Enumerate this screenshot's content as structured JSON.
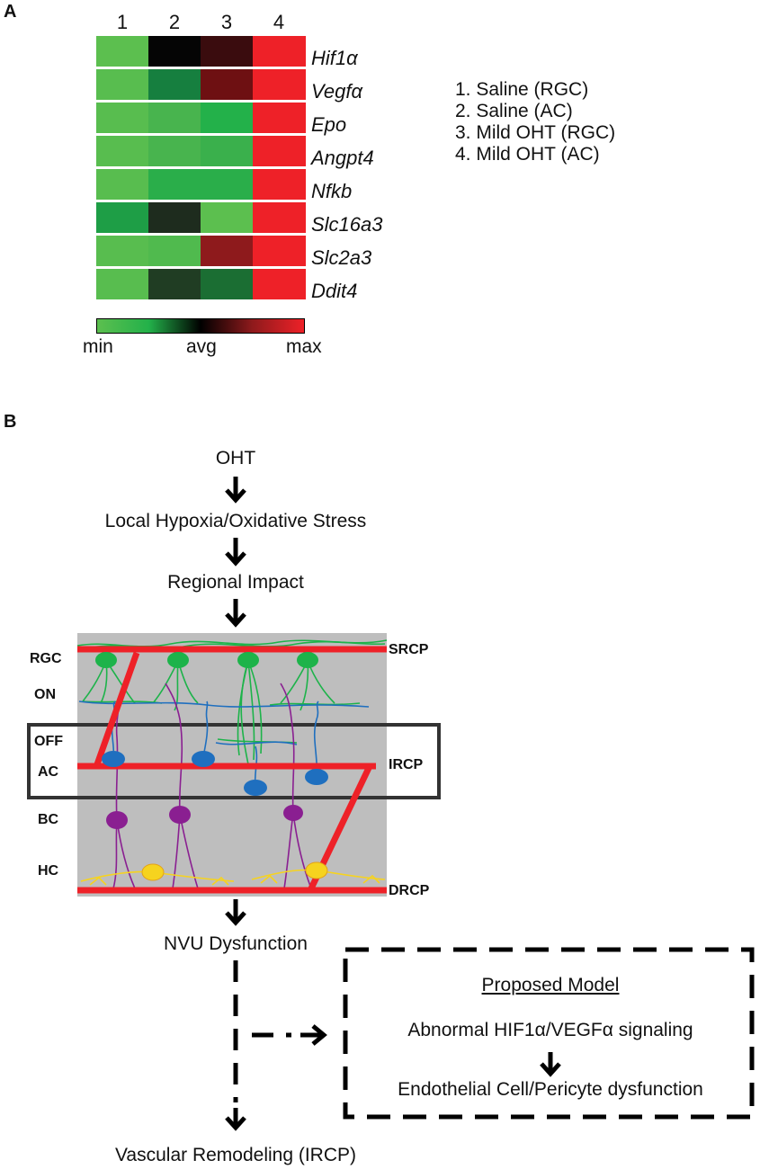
{
  "panel_a": {
    "letter": "A",
    "columns": [
      "1",
      "2",
      "3",
      "4"
    ],
    "genes": [
      "Hif1α",
      "Vegfα",
      "Epo",
      "Angpt4",
      "Nfkb",
      "Slc16a3",
      "Slc2a3",
      "Ddit4"
    ],
    "heatmap_colors": [
      [
        "#5cbf4f",
        "#050505",
        "#3a0c0e",
        "#ee2128"
      ],
      [
        "#58bd4f",
        "#167f3f",
        "#6e1012",
        "#ee2128"
      ],
      [
        "#58bd4f",
        "#48b44e",
        "#23b14a",
        "#ee2128"
      ],
      [
        "#58bd4f",
        "#48b44e",
        "#3ab04c",
        "#ee2128"
      ],
      [
        "#58bd4f",
        "#2aae4a",
        "#2aae4a",
        "#ee2128"
      ],
      [
        "#1e9e46",
        "#1e2c1e",
        "#5cbf4f",
        "#ee2128"
      ],
      [
        "#58bd4f",
        "#50ba4e",
        "#8e1a1c",
        "#ee2128"
      ],
      [
        "#58bd4f",
        "#203d23",
        "#1b6e33",
        "#ee2128"
      ]
    ],
    "legend": [
      "1. Saline (RGC)",
      "2. Saline (AC)",
      "3. Mild OHT (RGC)",
      "4. Mild OHT (AC)"
    ],
    "scale": {
      "min": "min",
      "avg": "avg",
      "max": "max"
    },
    "scale_colors": [
      "#5cbf4f",
      "#23b14a",
      "#000000",
      "#8e1a1c",
      "#ee2128"
    ]
  },
  "panel_b": {
    "letter": "B",
    "flow": {
      "step1": "OHT",
      "step2": "Local Hypoxia/Oxidative Stress",
      "step3": "Regional Impact",
      "step4": "NVU Dysfunction",
      "step5": "Vascular Remodeling (IRCP)"
    },
    "layers_left": [
      "RGC",
      "ON",
      "OFF",
      "AC",
      "BC",
      "HC"
    ],
    "plexus_right": {
      "srcp": "SRCP",
      "ircp": "IRCP",
      "drcp": "DRCP"
    },
    "model_box": {
      "title": "Proposed Model",
      "line1": "Abnormal HIF1α/VEGFα signaling",
      "line2": "Endothelial Cell/Pericyte dysfunction"
    },
    "colors": {
      "vessel": "#ee2128",
      "rgc": "#1db34a",
      "ac": "#1f6fbf",
      "bc": "#8a1f91",
      "hc": "#f6d31f",
      "retina_bg": "#bebebe"
    }
  }
}
